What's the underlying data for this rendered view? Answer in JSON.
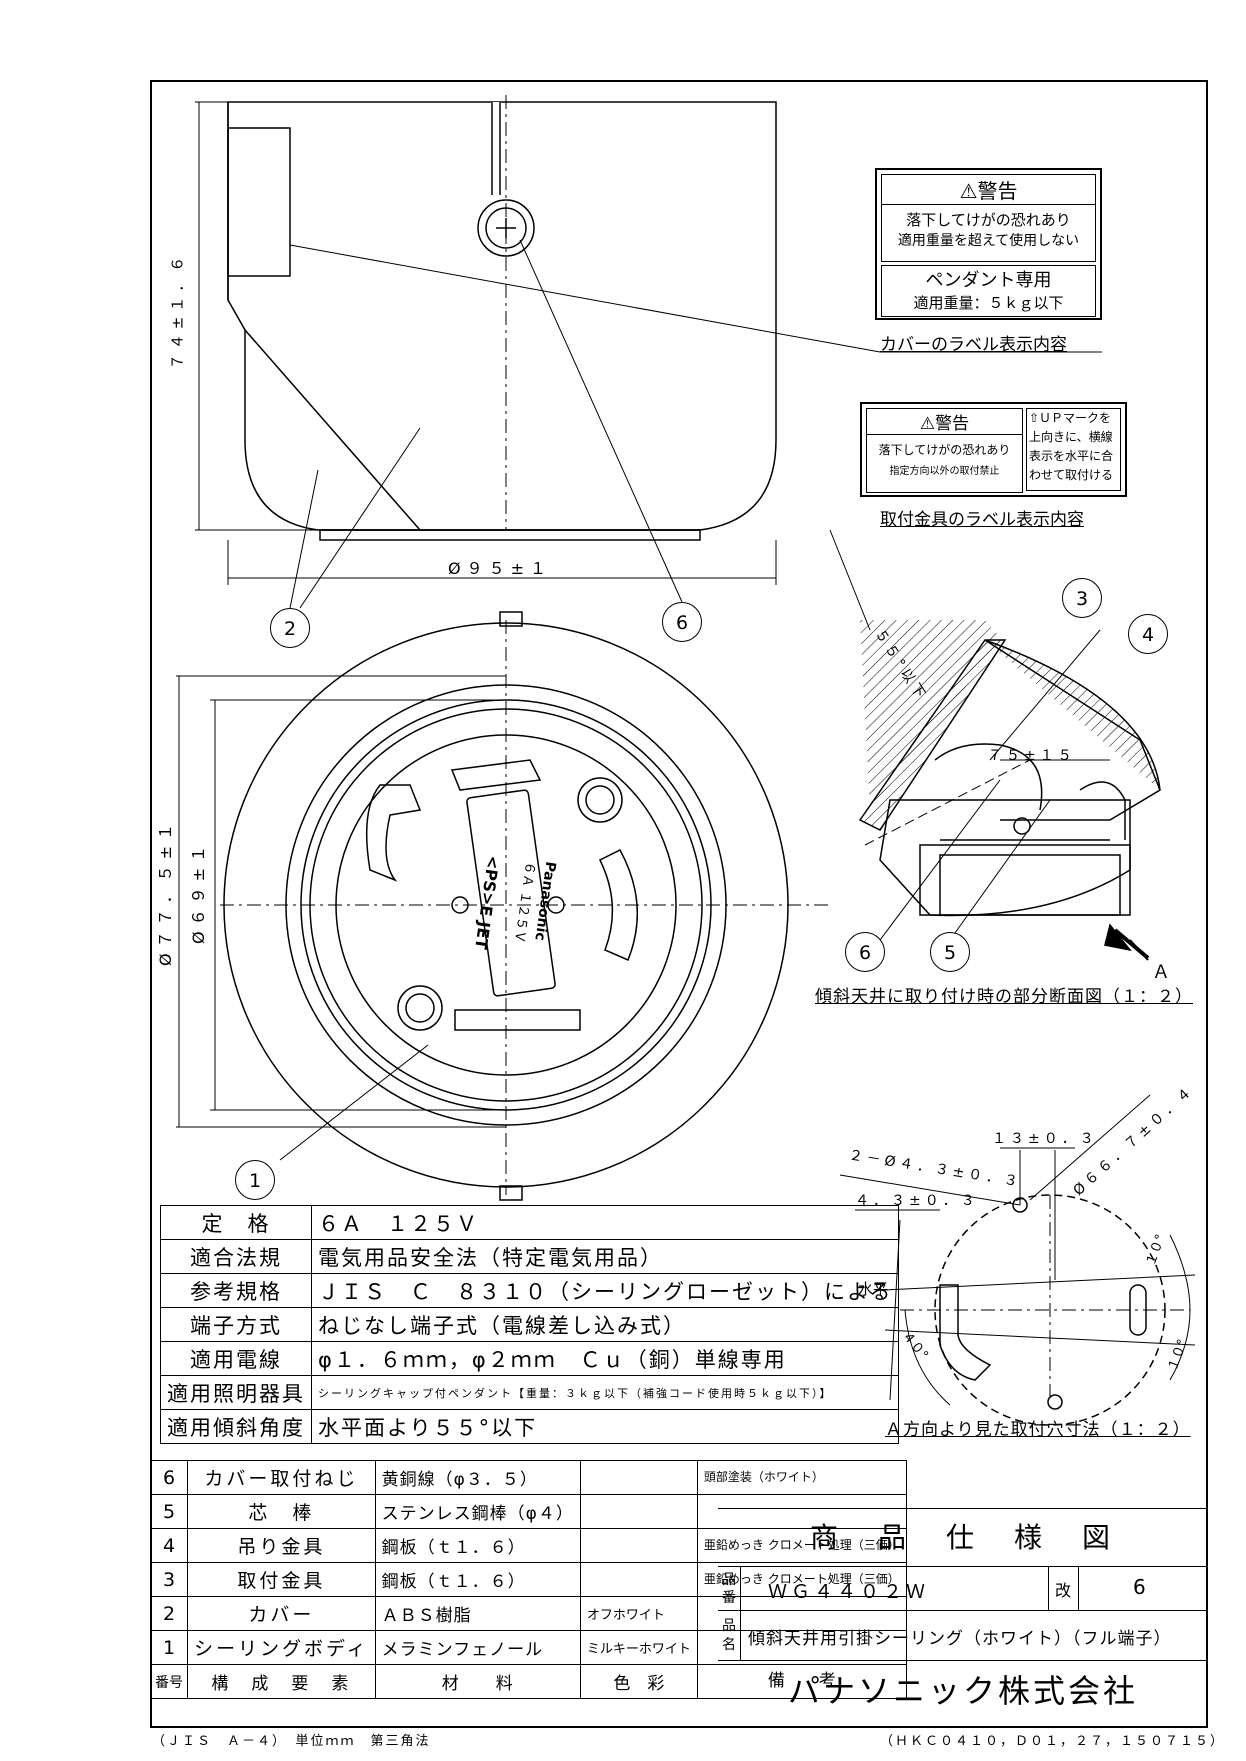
{
  "labels": {
    "cover_warning_title": "⚠警告",
    "cover_warning_line1": "落下してけがの恐れあり",
    "cover_warning_line2": "適用重量を超えて使用しない",
    "cover_pendant_title": "ペンダント専用",
    "cover_pendant_weight": "適用重量：５ｋｇ以下",
    "cover_caption": "カバーのラベル表示内容",
    "bracket_warning_title": "⚠警告",
    "bracket_warning_line1": "落下してけがの恐れあり",
    "bracket_warning_line2": "指定方向以外の取付禁止",
    "bracket_up_line1": "⇧ＵＰマークを",
    "bracket_up_line2": "上向きに、横線",
    "bracket_up_line3": "表示を水平に合",
    "bracket_up_line4": "わせて取付ける",
    "bracket_caption": "取付金具のラベル表示内容",
    "section_caption": "傾斜天井に取り付け時の部分断面図（１：２）",
    "view_a_caption": "Ａ方向より見た取付穴寸法（１：２）",
    "arrow_a": "Ａ",
    "horizontal": "水平"
  },
  "dimensions": {
    "height": "７４±１．６",
    "width": "Ø９５±１",
    "dia_outer": "Ø７７．５±１",
    "dia_inner": "Ø６９±１",
    "angle_55": "５５°以下",
    "d75": "７５±１５",
    "d13": "１３±０．３",
    "holes": "２－Ø４．３±０．３",
    "d43": "４．３±０．３",
    "d667": "Ø６６．７±０．４",
    "a10a": "１０°",
    "a10b": "１０°",
    "a40": "４０°"
  },
  "product_face": {
    "brand": "Panasonic",
    "rating": "６Ａ １２５Ｖ",
    "mark": "<PS>E JET"
  },
  "callouts": [
    "1",
    "2",
    "2",
    "6",
    "3",
    "4",
    "6",
    "5"
  ],
  "spec_table": [
    {
      "k": "定　格",
      "v": "６Ａ　１２５Ｖ"
    },
    {
      "k": "適合法規",
      "v": "電気用品安全法（特定電気用品）"
    },
    {
      "k": "参考規格",
      "v": "ＪＩＳ　Ｃ　８３１０（シーリングローゼット）による"
    },
    {
      "k": "端子方式",
      "v": "ねじなし端子式（電線差し込み式）"
    },
    {
      "k": "適用電線",
      "v": "φ１．６ｍｍ，φ２ｍｍ　Ｃｕ（銅）単線専用"
    },
    {
      "k": "適用照明器具",
      "v": "シーリングキャップ付ペンダント【重量：３ｋｇ以下（補強コード使用時５ｋｇ以下）】"
    },
    {
      "k": "適用傾斜角度",
      "v": "水平面より５５°以下"
    }
  ],
  "parts_table": [
    {
      "no": "6",
      "name": "カバー取付ねじ",
      "mat": "黄銅線（φ３．５）",
      "col": "",
      "rem": "頭部塗装（ホワイト）"
    },
    {
      "no": "5",
      "name": "芯　棒",
      "mat": "ステンレス鋼棒（φ４）",
      "col": "",
      "rem": ""
    },
    {
      "no": "4",
      "name": "吊り金具",
      "mat": "鋼板（ｔ１．６）",
      "col": "",
      "rem": "亜鉛めっき クロメート処理（三価）"
    },
    {
      "no": "3",
      "name": "取付金具",
      "mat": "鋼板（ｔ１．６）",
      "col": "",
      "rem": "亜鉛めっき クロメート処理（三価）"
    },
    {
      "no": "2",
      "name": "カバー",
      "mat": "ＡＢＳ樹脂",
      "col": "オフホワイト",
      "rem": ""
    },
    {
      "no": "1",
      "name": "シーリングボディ",
      "mat": "メラミンフェノール",
      "col": "ミルキーホワイト",
      "rem": ""
    }
  ],
  "parts_header": {
    "no": "番号",
    "name": "構　成　要　素",
    "mat": "材　　料",
    "col": "色　彩",
    "rem": "備　　考"
  },
  "title_block": {
    "title": "商　品　仕　様　図",
    "part_no_label": "品番",
    "part_no": "ＷＧ４４０２Ｗ",
    "rev_label": "改",
    "rev": "6",
    "name_label": "品名",
    "name": "傾斜天井用引掛シーリング（ホワイト）（フル端子）",
    "company": "パナソニック株式会社"
  },
  "footer": {
    "left": "（ＪＩＳ　Ａ－４）　単位ｍｍ　第三角法",
    "right": "（ＨＫＣ０４１０，Ｄ０１，２７，１５０７１５）"
  }
}
